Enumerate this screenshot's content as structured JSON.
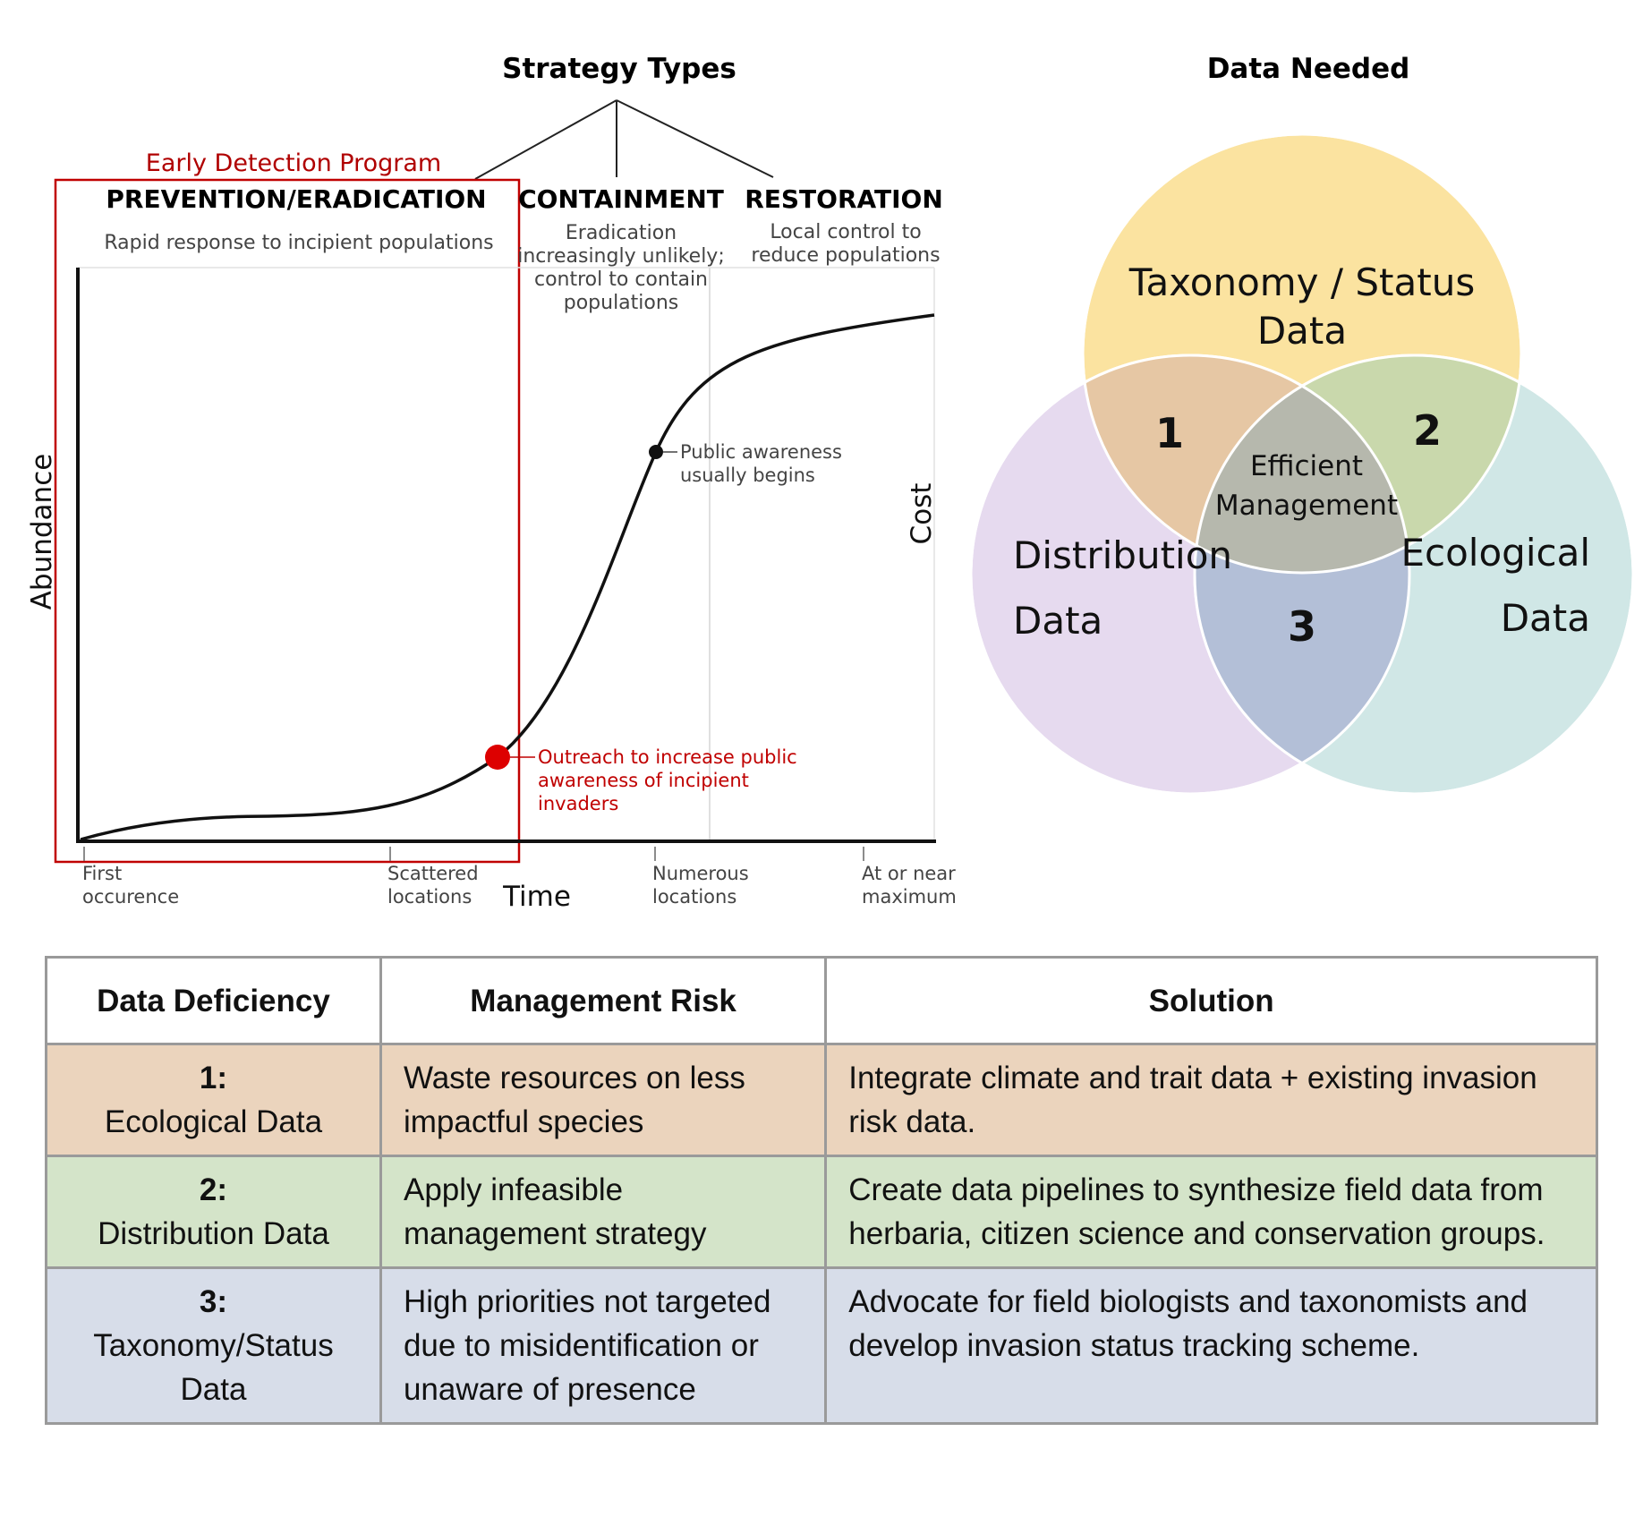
{
  "colors": {
    "venn_taxonomy": "#fbe3a0",
    "venn_distribution": "#e2d4ec",
    "venn_ecological": "#c8e3e2",
    "row1_bg": "#ebd4bd",
    "row2_bg": "#d4e4c9",
    "row3_bg": "#d7dde9",
    "highlight_red": "#c00000",
    "red_dot": "#dd0000"
  },
  "strategy": {
    "title": "Strategy Types",
    "early_detection_label": "Early Detection Program",
    "columns": [
      {
        "heading": "PREVENTION/ERADICATION",
        "desc": [
          "Rapid response to incipient populations"
        ]
      },
      {
        "heading": "CONTAINMENT",
        "desc": [
          "Eradication",
          "increasingly unlikely;",
          "control to contain",
          "populations"
        ]
      },
      {
        "heading": "RESTORATION",
        "desc": [
          "Local control to",
          "reduce populations"
        ]
      }
    ],
    "y_axis_label": "Abundance",
    "x_axis_label": "Time",
    "cost_label": "Cost",
    "ticks": [
      {
        "lines": [
          "First",
          "occurence"
        ]
      },
      {
        "lines": [
          "Scattered",
          "locations"
        ]
      },
      {
        "lines": [
          "Numerous",
          "locations"
        ]
      },
      {
        "lines": [
          "At or near",
          "maximum"
        ]
      }
    ],
    "annotations": {
      "public_awareness": [
        "Public awareness",
        "usually begins"
      ],
      "outreach": [
        "Outreach to increase public",
        "awareness of incipient",
        "invaders"
      ]
    }
  },
  "venn": {
    "title": "Data Needed",
    "taxonomy": [
      "Taxonomy / Status",
      "Data"
    ],
    "distribution": [
      "Distribution",
      "Data"
    ],
    "ecological": [
      "Ecological",
      "Data"
    ],
    "center": [
      "Efficient",
      "Management"
    ],
    "region_numbers": [
      "1",
      "2",
      "3"
    ]
  },
  "table": {
    "headers": [
      "Data Deficiency",
      "Management Risk",
      "Solution"
    ],
    "rows": [
      {
        "num": "1:",
        "deficiency": "Ecological Data",
        "risk": "Waste resources on less impactful species",
        "solution": "Integrate climate and trait data + existing invasion risk data."
      },
      {
        "num": "2:",
        "deficiency": "Distribution Data",
        "risk": "Apply infeasible management strategy",
        "solution": "Create data pipelines to synthesize field data from herbaria, citizen science and conservation groups."
      },
      {
        "num": "3:",
        "deficiency": "Taxonomy/Status Data",
        "risk": "High priorities not targeted due to misidentification or unaware of presence",
        "solution": "Advocate for field biologists and taxonomists and develop invasion status tracking scheme."
      }
    ]
  }
}
